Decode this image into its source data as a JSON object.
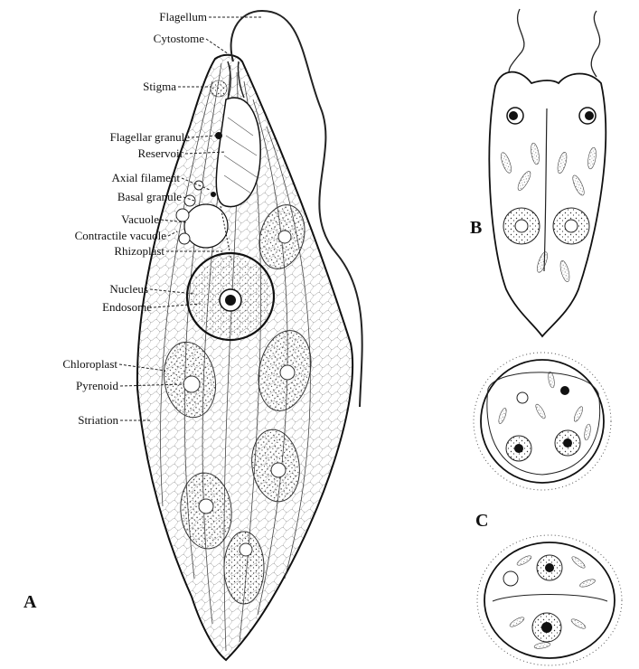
{
  "figure": {
    "panels": [
      {
        "id": "A",
        "label": "A"
      },
      {
        "id": "B",
        "label": "B"
      },
      {
        "id": "C",
        "label": "C"
      }
    ],
    "labels": [
      {
        "key": "flagellum",
        "text": "Flagellum"
      },
      {
        "key": "cytostome",
        "text": "Cytostome"
      },
      {
        "key": "stigma",
        "text": "Stigma"
      },
      {
        "key": "flagellar_granule",
        "text": "Flagellar granule"
      },
      {
        "key": "reservoir",
        "text": "Reservoir"
      },
      {
        "key": "axial_filament",
        "text": "Axial filament"
      },
      {
        "key": "basal_granule",
        "text": "Basal granule"
      },
      {
        "key": "vacuole",
        "text": "Vacuole"
      },
      {
        "key": "contractile_vacuole",
        "text": "Contractile vacuole"
      },
      {
        "key": "rhizoplast",
        "text": "Rhizoplast"
      },
      {
        "key": "nucleus",
        "text": "Nucleus"
      },
      {
        "key": "endosome",
        "text": "Endosome"
      },
      {
        "key": "chloroplast",
        "text": "Chloroplast"
      },
      {
        "key": "pyrenoid",
        "text": "Pyrenoid"
      },
      {
        "key": "striation",
        "text": "Striation"
      }
    ]
  }
}
